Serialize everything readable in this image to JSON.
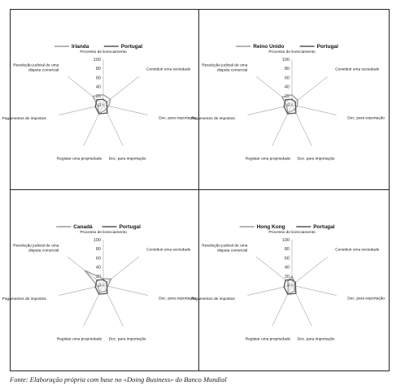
{
  "colors": {
    "country": "#9a9a9a",
    "portugal": "#555555",
    "axis": "#b0b0b0"
  },
  "source_note": "Fonte: Elaboração própria com base no «Doing Business» do Banco Mundial",
  "chart_data": [
    {
      "type": "radar",
      "legend_position": "top",
      "ticks": [
        0,
        20,
        40,
        60,
        80,
        100
      ],
      "range": [
        0,
        100
      ],
      "categories": [
        "Processo de licenciamento",
        "Constituir uma sociedade",
        "Doc. para exportação",
        "Doc. para importação",
        "Registar uma propriedade",
        "Pagamentos de impostos",
        "Resolução judicial de uma disputa comercial"
      ],
      "series": [
        {
          "name": "Irlanda",
          "values": [
            22,
            20,
            12,
            12,
            22,
            12,
            30
          ]
        },
        {
          "name": "Portugal",
          "values": [
            12,
            10,
            8,
            20,
            22,
            18,
            18
          ]
        }
      ]
    },
    {
      "type": "radar",
      "legend_position": "top",
      "ticks": [
        0,
        20,
        40,
        60,
        80,
        100
      ],
      "range": [
        0,
        100
      ],
      "categories": [
        "Processo de licenciamento",
        "Constituir uma sociedade",
        "Doc. para exportação",
        "Doc. para importação",
        "Registar uma propriedade",
        "Pagamentos de impostos",
        "Resolução judicial de uma disputa comercial"
      ],
      "series": [
        {
          "name": "Reino Unido",
          "values": [
            22,
            16,
            12,
            12,
            20,
            12,
            28
          ]
        },
        {
          "name": "Portugal",
          "values": [
            12,
            10,
            8,
            20,
            22,
            18,
            18
          ]
        }
      ]
    },
    {
      "type": "radar",
      "legend_position": "top",
      "ticks": [
        0,
        20,
        40,
        60,
        80,
        100
      ],
      "range": [
        0,
        100
      ],
      "categories": [
        "Processo de licenciamento",
        "Constituir uma sociedade",
        "Doc. para exportação",
        "Doc. para importação",
        "Registar uma propriedade",
        "Pagamentos de impostos",
        "Resolução judicial de uma disputa comercial"
      ],
      "series": [
        {
          "name": "Canadá",
          "values": [
            14,
            22,
            10,
            14,
            18,
            12,
            52
          ]
        },
        {
          "name": "Portugal",
          "values": [
            12,
            10,
            8,
            20,
            22,
            18,
            18
          ]
        }
      ]
    },
    {
      "type": "radar",
      "legend_position": "top",
      "ticks": [
        0,
        20,
        40,
        60,
        80,
        100
      ],
      "range": [
        0,
        100
      ],
      "categories": [
        "Processo de licenciamento",
        "Constituir uma sociedade",
        "Doc. para exportação",
        "Doc. para importação",
        "Registar uma propriedade",
        "Pagamentos de impostos",
        "Resolução judicial de uma disputa comercial"
      ],
      "series": [
        {
          "name": "Hong Kong",
          "values": [
            20,
            8,
            6,
            14,
            22,
            8,
            12
          ]
        },
        {
          "name": "Portugal",
          "values": [
            12,
            10,
            8,
            20,
            22,
            18,
            18
          ]
        }
      ]
    }
  ]
}
